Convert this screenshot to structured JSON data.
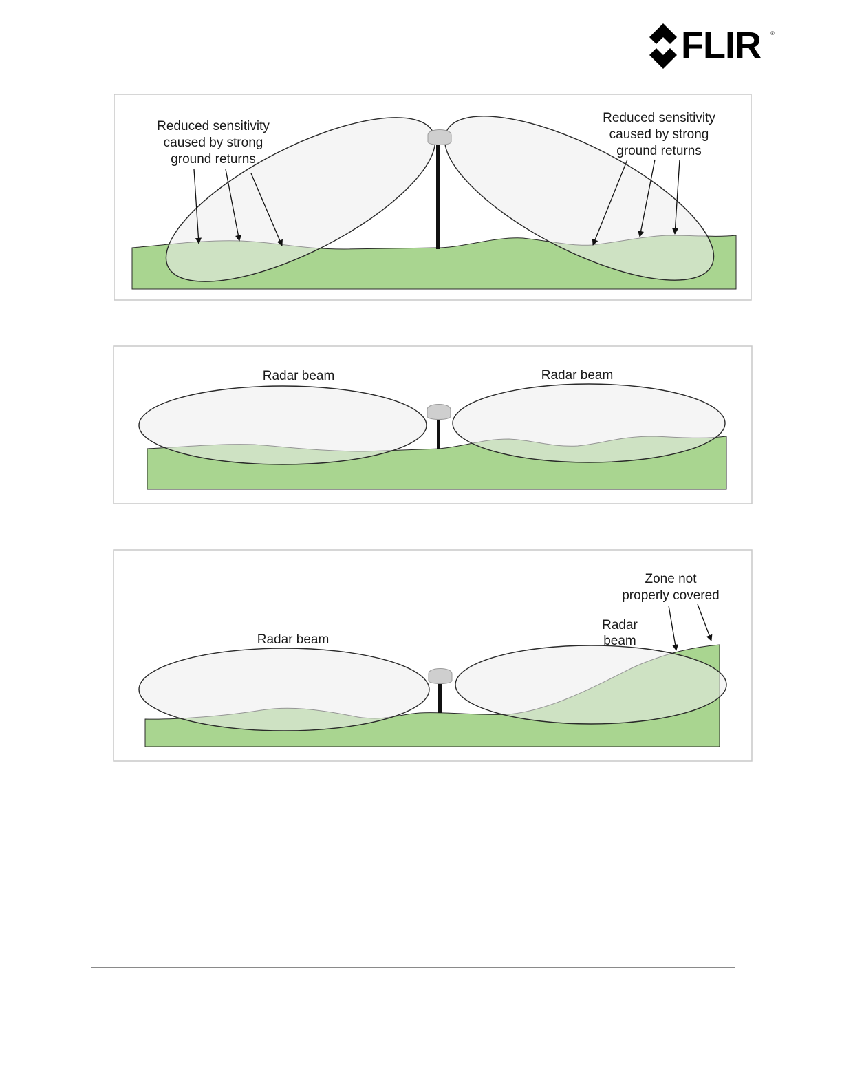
{
  "brand": {
    "logo_text": "FLIR",
    "logo_reg": "®",
    "logo_icon": "flir-diamond-icon"
  },
  "diagrams": [
    {
      "id": "tilted-beams",
      "labels": {
        "left_line1": "Reduced sensitivity",
        "left_line2": "caused by strong",
        "left_line3": "ground returns",
        "right_line1": "Reduced sensitivity",
        "right_line2": "caused by strong",
        "right_line3": "ground returns"
      }
    },
    {
      "id": "level-beams",
      "labels": {
        "left": "Radar beam",
        "right": "Radar beam"
      }
    },
    {
      "id": "rising-terrain",
      "labels": {
        "left": "Radar beam",
        "right_line1": "Radar",
        "right_line2": "beam",
        "zone_line1": "Zone not",
        "zone_line2": "properly covered"
      }
    }
  ],
  "colors": {
    "ground": "#a9d590",
    "ground_overlap": "#bde0a8",
    "beam_fill": "#efefef",
    "frame": "#c8c8c8"
  }
}
